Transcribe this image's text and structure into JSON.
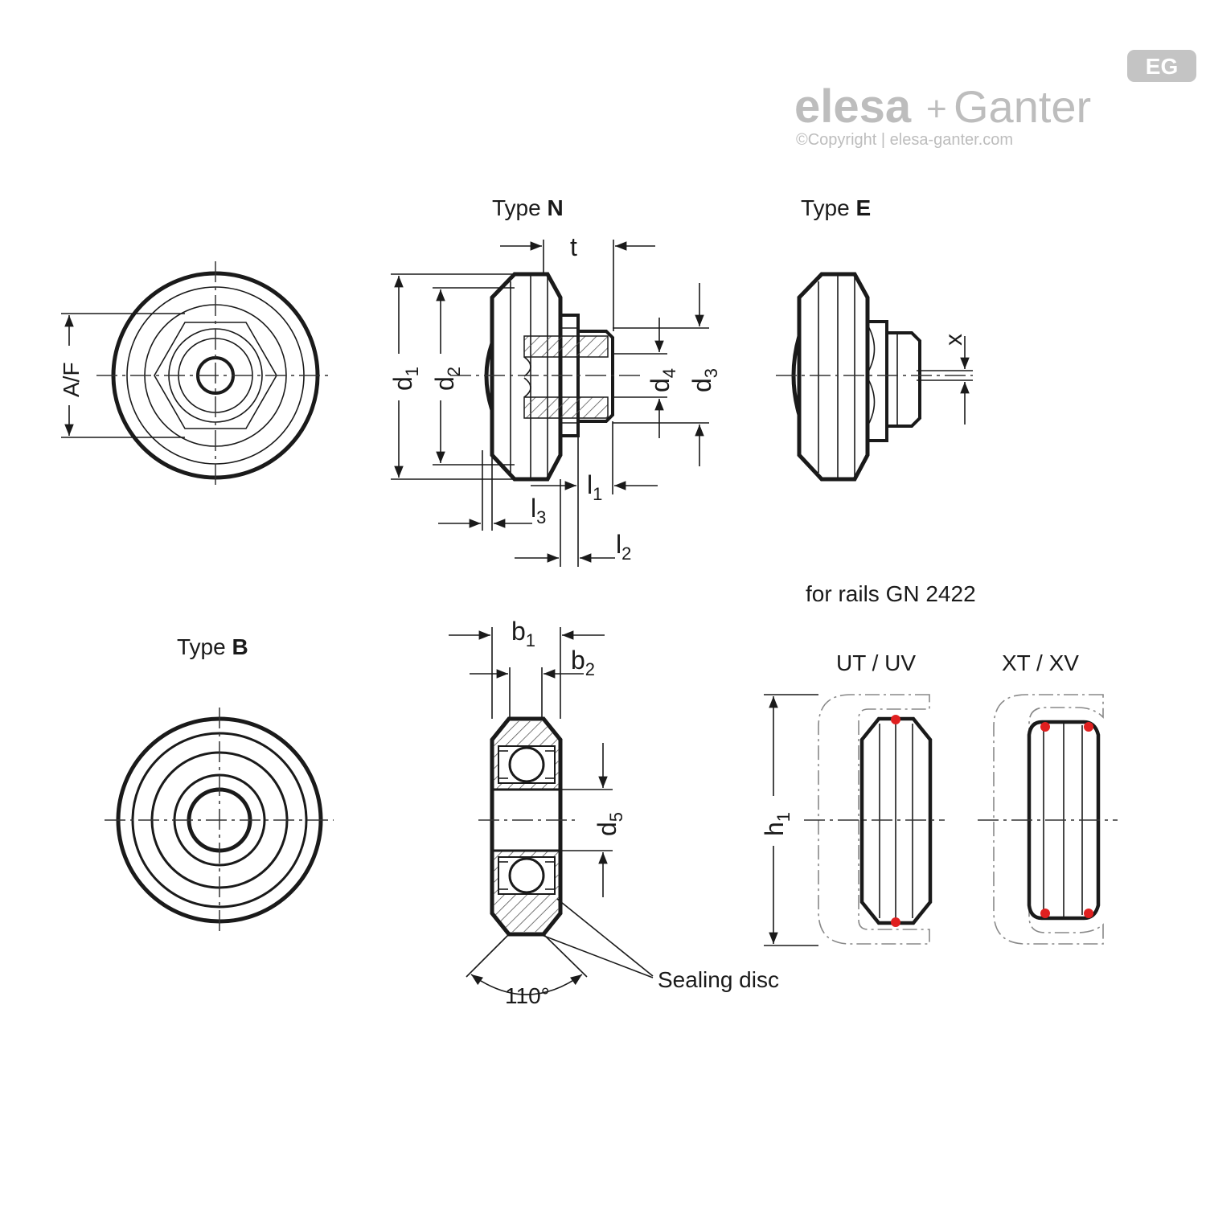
{
  "brand": {
    "logo_badge": "EG",
    "logo_left": "elesa",
    "logo_plus": "+",
    "logo_right": "Ganter",
    "copyright": "©Copyright | elesa-ganter.com"
  },
  "labels": {
    "type_n_prefix": "Type ",
    "type_n_bold": "N",
    "type_e_prefix": "Type ",
    "type_e_bold": "E",
    "type_b_prefix": "Type ",
    "type_b_bold": "B",
    "af": "A/F",
    "t": "t",
    "d1": "d",
    "d1_sub": "1",
    "d2": "d",
    "d2_sub": "2",
    "d3": "d",
    "d3_sub": "3",
    "d4": "d",
    "d4_sub": "4",
    "d5": "d",
    "d5_sub": "5",
    "x": "x",
    "l1": "l",
    "l1_sub": "1",
    "l2": "l",
    "l2_sub": "2",
    "l3": "l",
    "l3_sub": "3",
    "b1": "b",
    "b1_sub": "1",
    "b2": "b",
    "b2_sub": "2",
    "h1": "h",
    "h1_sub": "1",
    "angle": "110°",
    "sealing_disc": "Sealing disc",
    "rails_caption": "for rails GN 2422",
    "rail_ut_uv": "UT / UV",
    "rail_xt_xv": "XT / XV"
  },
  "colors": {
    "line": "#1a1a1a",
    "hatch": "#555555",
    "contact_point": "#e02020",
    "logo_gray": "#b8b8b8"
  }
}
